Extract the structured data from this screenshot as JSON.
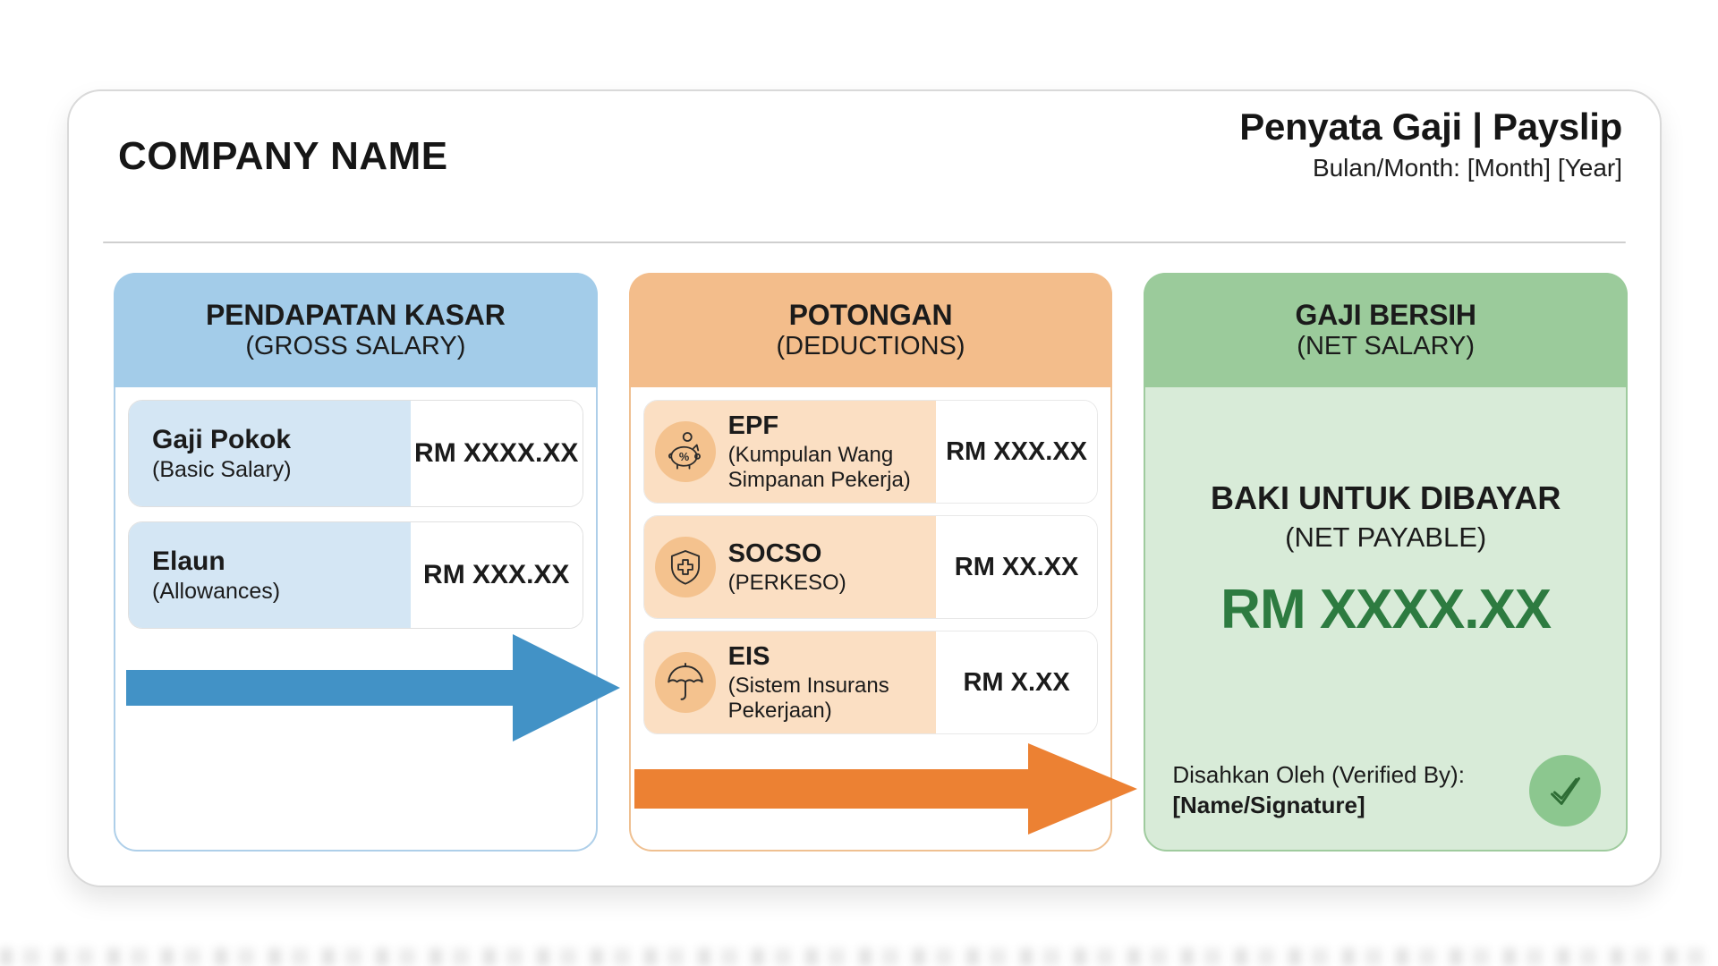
{
  "header": {
    "company_name": "COMPANY NAME",
    "title": "Penyata Gaji | Payslip",
    "subtitle": "Bulan/Month: [Month] [Year]"
  },
  "gross": {
    "title": "PENDAPATAN KASAR",
    "subtitle": "(GROSS SALARY)",
    "rows": [
      {
        "label": "Gaji Pokok",
        "sublabel": "(Basic Salary)",
        "value": "RM XXXX.XX"
      },
      {
        "label": "Elaun",
        "sublabel": "(Allowances)",
        "value": "RM XXX.XX"
      }
    ],
    "arrow_icon": "right-arrow"
  },
  "deductions": {
    "title": "POTONGAN",
    "subtitle": "(DEDUCTIONS)",
    "rows": [
      {
        "icon": "piggy-bank-percent-icon",
        "label": "EPF",
        "sublabel": "(Kumpulan Wang Simpanan Pekerja)",
        "value": "RM XXX.XX"
      },
      {
        "icon": "shield-plus-icon",
        "label": "SOCSO",
        "sublabel": "(PERKESO)",
        "value": "RM XX.XX"
      },
      {
        "icon": "umbrella-icon",
        "label": "EIS",
        "sublabel": "(Sistem Insurans Pekerjaan)",
        "value": "RM X.XX"
      }
    ],
    "arrow_icon": "right-arrow"
  },
  "net": {
    "title": "GAJI BERSIH",
    "subtitle": "(NET SALARY)",
    "payable_label": "BAKI UNTUK DIBAYAR",
    "payable_sublabel": "(NET PAYABLE)",
    "amount": "RM XXXX.XX",
    "verified_label": "Disahkan Oleh (Verified By):",
    "verified_value": "[Name/Signature]",
    "check_icon": "check-circle-icon"
  },
  "colors": {
    "blue_header": "#a3cce9",
    "blue_row": "#d4e6f4",
    "blue_arrow": "#4292c6",
    "orange_header": "#f3bd8b",
    "orange_row": "#fbdfc3",
    "orange_icon_circle": "#f4c28e",
    "orange_arrow": "#ec8133",
    "green_header": "#9bcb9b",
    "green_body": "#d8ebd8",
    "green_amount": "#2d7b40",
    "check_circle": "#8cc78f"
  }
}
